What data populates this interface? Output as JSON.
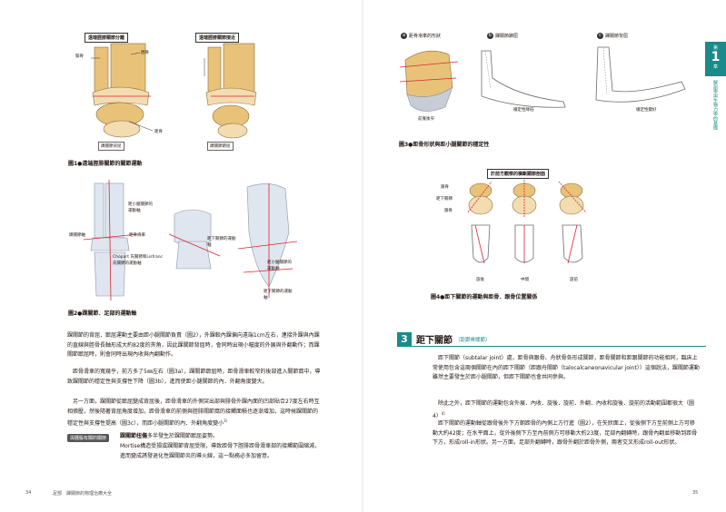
{
  "left_page": {
    "fig1": {
      "label_a": "遠端脛腓關節分離",
      "label_b": "遠端脛腓關節接近",
      "bone_fibula": "腓骨",
      "bone_tibia": "脛骨",
      "bone_talus": "距骨",
      "motion_a": "踝關節背屈",
      "motion_b": "踝關節蹠屈",
      "caption": "圖1●遠端脛腓關節的關節運動"
    },
    "fig2": {
      "labels": [
        "距小腿關節的運動軸",
        "距骨滑車",
        "踝關節軸",
        "Chopart 氏關節和Lisfranc 氏關節的運動軸",
        "距下關節的運動軸",
        "距小腿關節的運動軸",
        "距下關節的運動軸"
      ],
      "caption": "圖2●踝關節．足部的運動軸"
    },
    "para1": "踝關節的背屈．蹠屈運動主要由距小腿關節負責（圖2），外踝較內踝偏向遠端1cm左右，連接外踝與內踝的直線與脛骨長軸形成大約82度的夾角，因此踝關節背屈時，會同時出現小幅度的外展與外翻動作；而踝關節蹠屈時，則會同時出現內收與內翻動作。",
    "para2": "距骨滑車的寬幾乎，前方多了5㎜左右（圖3a），踝關節蹠屈時，距骨滑車較窄的後部進入關節窩中，導致踝關節的穩定性與支撐性下降（圖3b），進而使距小腿關節的內．外翻角度變大。",
    "para3": "另一方面，踝關節從蹠屈變成背屈後，距骨滑車的外側突出部與腓骨外踝內面的凹部貼合27度左右時互相擠壓，然後隨著背屈角度增加，距骨滑車的前側與脛腓關節窩的接觸面積也逐漸增加，這時候踝關節的穩定性與支撐性提高（圖3c），而距小腿關節的內．外翻角度變小",
    "para3_sup": "3）",
    "sidebar_label": "與腫脹有關的關節",
    "para4_bold": "踝關節扭傷",
    "para4a": "多半發生於踝關節蹠屈姿勢。",
    "para4b": "Mortise構造受損或踝關節背屈受限，導致距骨下脛腓距骨滑車部的接觸範圍縮減，進而變成誘發退化性踝關節炎的導火線，這一點務必多加留意。",
    "page_number": "34",
    "running_head_left": "足部　踝關節的物理治療大全"
  },
  "right_page": {
    "fig3": {
      "a_label": "距骨滑車的形狀",
      "b_label": "踝關節蹠屈",
      "c_label": "踝關節背屈",
      "front_label": "前寬後窄",
      "b_state": "穩定性降低",
      "c_state": "穩定性變好",
      "caption": "圖3●距骨形狀與距小腿關節的穩定性",
      "markers": [
        "a",
        "b",
        "c"
      ]
    },
    "fig4": {
      "title": "於前方觀察的橫斷關節剖面",
      "bone_labels": [
        "跟骨",
        "距下關節",
        "跟骨"
      ],
      "states": [
        "旋後",
        "中間",
        "旋前"
      ],
      "caption": "圖4●距下關節的運動與距骨．跟骨位置關係"
    },
    "chapter_tab": {
      "label": "第",
      "number": "1",
      "suffix": "章",
      "vertical": "解剖學與生物力學的基礎"
    },
    "section": {
      "number": "3",
      "title": "距下關節",
      "subtitle": "（距跟骨關節）"
    },
    "para1": "距下關節（subtalar joint）處，距骨與跟骨、舟狀骨各形成關節，距骨關節和距跟關節的功能相同，臨床上常使用包含這兩個關節在內的距下關節（距跟舟關節（talocalcaneonavicular joint））這個說法，踝關節運動雖然主要發生於距小腿關節，但距下關節也會共同參與。",
    "para2": "除此之外，距下關節的運動包含外展．內收．旋後．旋前．外翻．內收和旋後．旋前的活動範圍都很大（圖4）",
    "para2_sup": "4）",
    "para3": "距下關節的運動軸從跟骨後外下方朝距骨的內側上方行進（圖2），在矢狀面上，從後側下方至前側上方可移動大約42度；在水平面上，從外後側下方至內前側方可移動大約23度，足部內翻轉時，跟骨內翻並移動到距骨下方，形成roll-in形狀。另一方面，足部外翻轉時，跟骨外翻於距骨外側，兩者交叉形成roll-out形狀。",
    "page_number": "35"
  },
  "colors": {
    "accent": "#d7282f",
    "teal": "#1a8a8a",
    "bone": "#f2dcb0"
  }
}
